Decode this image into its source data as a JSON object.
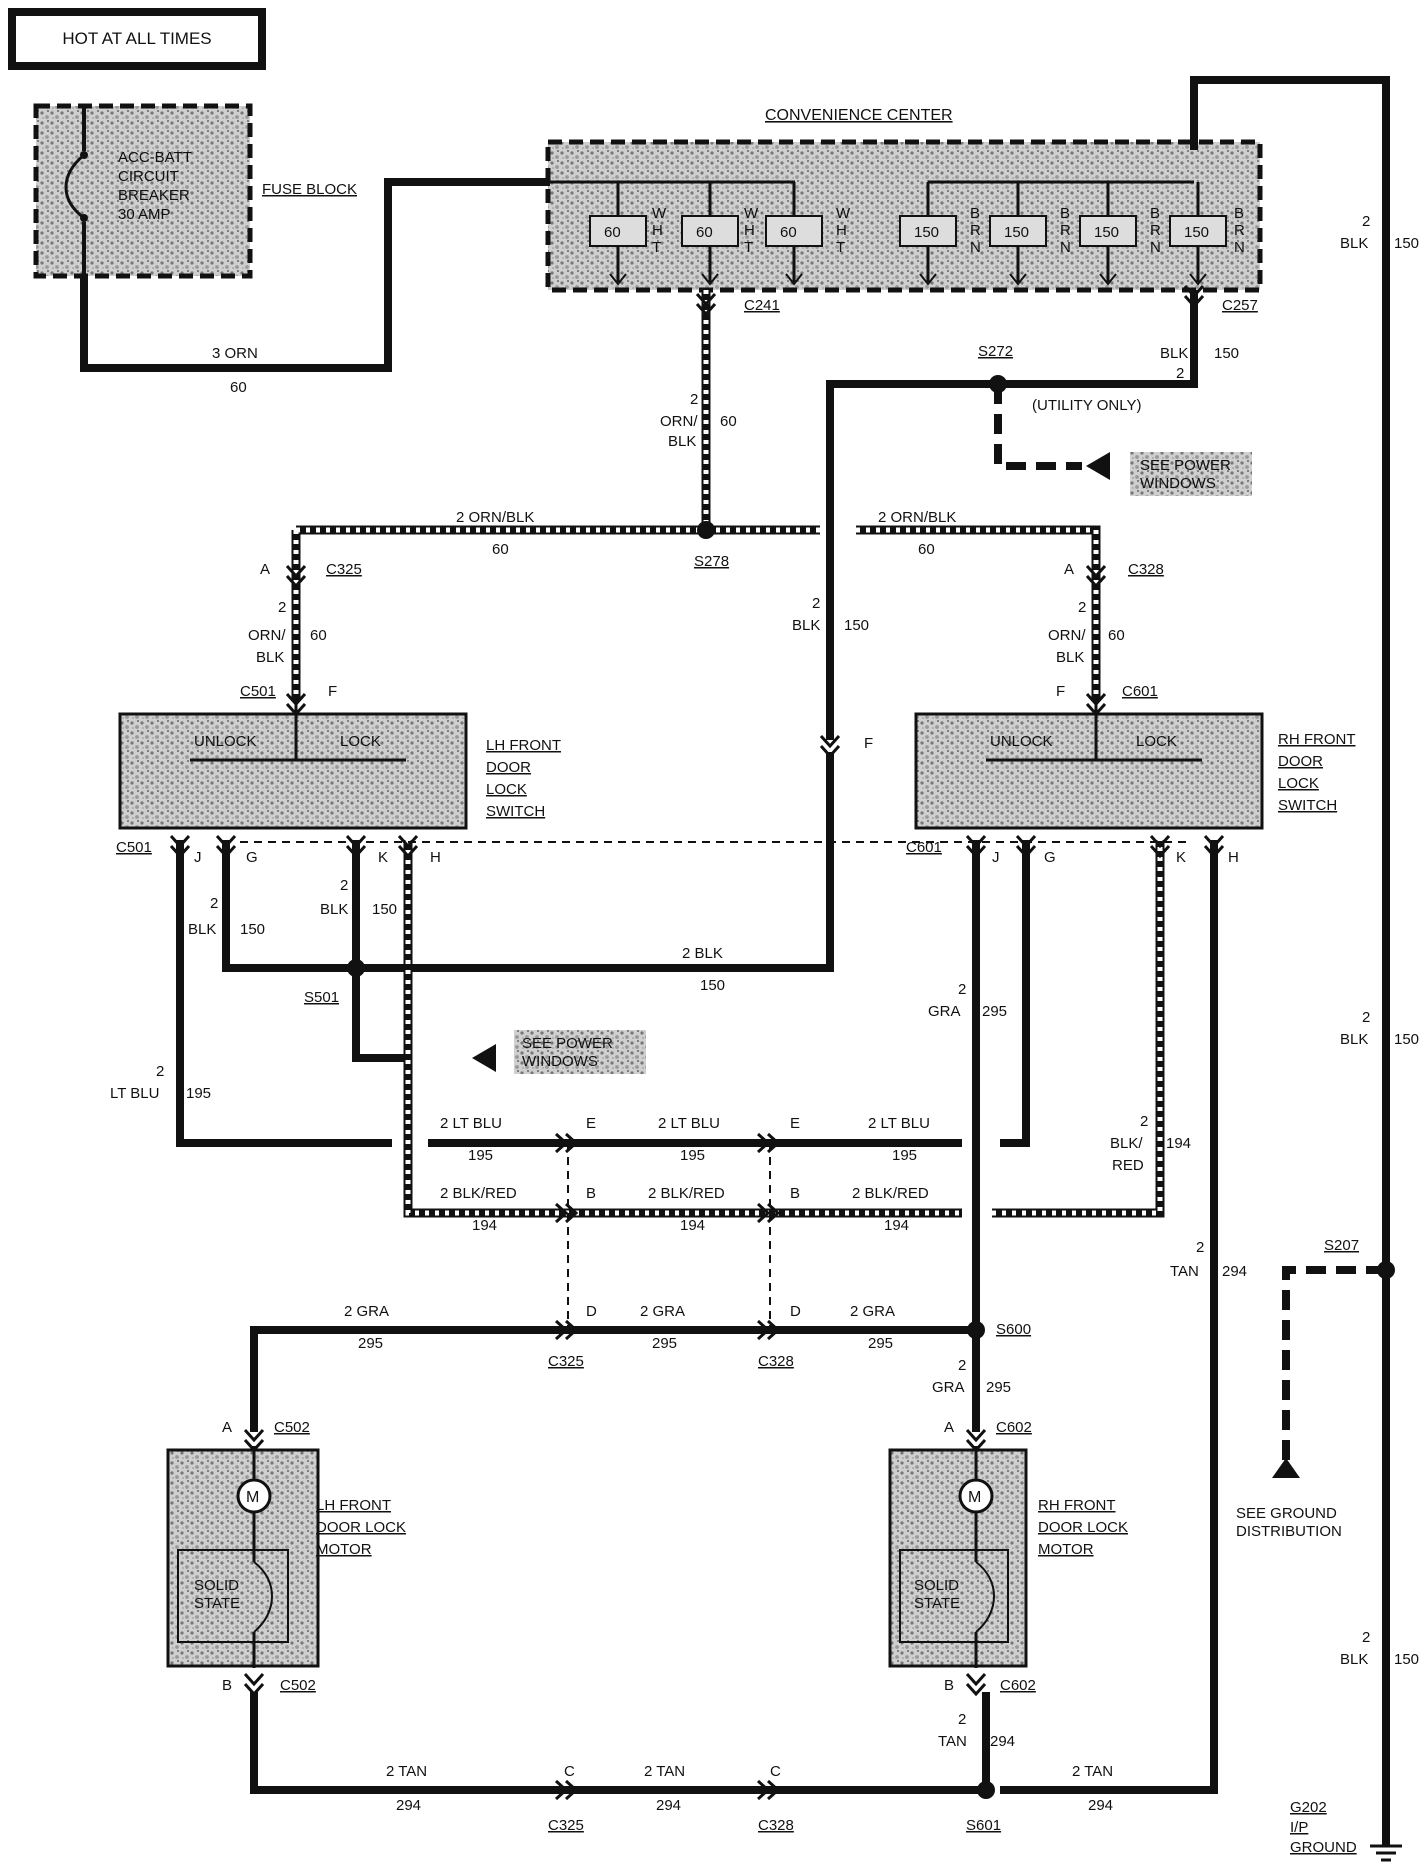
{
  "header": {
    "title": "HOT AT ALL TIMES"
  },
  "fuse_block": {
    "label": "FUSE BLOCK",
    "breaker_lines": [
      "ACC-BATT",
      "CIRCUIT",
      "BREAKER",
      "30 AMP"
    ]
  },
  "convenience_center": {
    "label": "CONVENIENCE CENTER",
    "relays": [
      "60",
      "60",
      "60",
      "150",
      "150",
      "150",
      "150"
    ],
    "wht_letters": [
      "W",
      "H",
      "T"
    ],
    "brn_letters": [
      "B",
      "R",
      "N"
    ]
  },
  "connectors": {
    "c241": "C241",
    "c257": "C257",
    "c325": "C325",
    "c328": "C328",
    "c501": "C501",
    "c601": "C601",
    "c502": "C502",
    "c602": "C602"
  },
  "splices": {
    "s272": "S272",
    "s278": "S278",
    "s501": "S501",
    "s207": "S207",
    "s600": "S600",
    "s601": "S601"
  },
  "pins": {
    "a": "A",
    "b": "B",
    "c": "C",
    "d": "D",
    "e": "E",
    "f": "F",
    "g": "G",
    "h": "H",
    "j": "J",
    "k": "K"
  },
  "notes": {
    "utility_only": "(UTILITY ONLY)",
    "see_power_windows": [
      "SEE POWER",
      "WINDOWS"
    ],
    "see_ground": [
      "SEE GROUND",
      "DISTRIBUTION"
    ]
  },
  "components": {
    "lh_switch": [
      "LH FRONT",
      "DOOR",
      "LOCK",
      "SWITCH"
    ],
    "rh_switch": [
      "RH FRONT",
      "DOOR",
      "LOCK",
      "SWITCH"
    ],
    "unlock": "UNLOCK",
    "lock": "LOCK",
    "lh_motor": [
      "LH FRONT",
      "DOOR LOCK",
      "MOTOR"
    ],
    "rh_motor": [
      "RH FRONT",
      "DOOR LOCK",
      "MOTOR"
    ],
    "motor_symbol": "M",
    "solid_state": [
      "SOLID",
      "STATE"
    ],
    "ground": [
      "G202",
      "I/P",
      "GROUND"
    ]
  },
  "wires": {
    "orn_3": "3 ORN",
    "c60": "60",
    "c150": "150",
    "c194": "194",
    "c195": "195",
    "c295": "295",
    "c294": "294",
    "n2": "2",
    "n3": "3",
    "orn_blk_split": [
      "ORN/",
      "BLK"
    ],
    "orn_blk": "2 ORN/BLK",
    "blk": "BLK",
    "blk_2": "2 BLK",
    "blk_red_split": [
      "BLK/",
      "RED"
    ],
    "blk_red": "2 BLK/RED",
    "lt_blu": "LT BLU",
    "lt_blu_2": "2 LT BLU",
    "gra": "GRA",
    "gra_2": "2 GRA",
    "tan": "TAN",
    "tan_2": "2 TAN"
  },
  "colors": {
    "wire": "#111111",
    "shade": "#8a8a8a"
  }
}
